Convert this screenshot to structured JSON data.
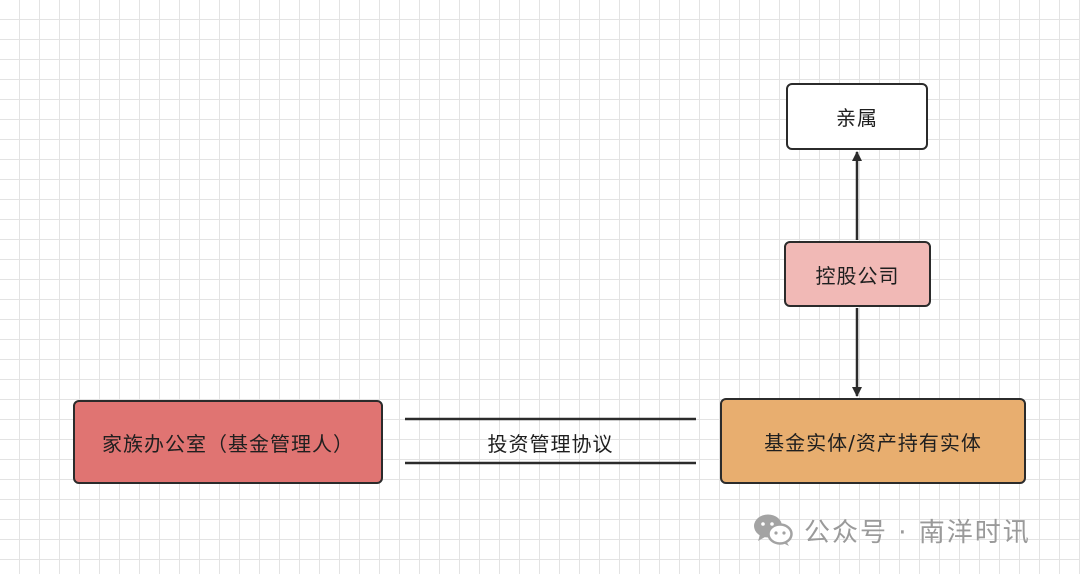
{
  "diagram": {
    "nodes": {
      "relatives": {
        "label": "亲属",
        "fill": "#ffffff"
      },
      "holding_company": {
        "label": "控股公司",
        "fill": "#f1b9b6"
      },
      "family_office": {
        "label": "家族办公室（基金管理人）",
        "fill": "#e07472"
      },
      "fund_entity": {
        "label": "基金实体/资产持有实体",
        "fill": "#e8ae6f"
      }
    },
    "edges": [
      {
        "from": "holding_company",
        "to": "relatives",
        "style": "arrow"
      },
      {
        "from": "holding_company",
        "to": "fund_entity",
        "style": "arrow"
      },
      {
        "from": "family_office",
        "to": "fund_entity",
        "style": "double-line",
        "label": "投资管理协议"
      }
    ],
    "edge_color": "#2b2b2b"
  },
  "watermark": {
    "text": "公众号 · 南洋时讯",
    "icon": "wechat-icon",
    "color": "#9a9a9a"
  }
}
